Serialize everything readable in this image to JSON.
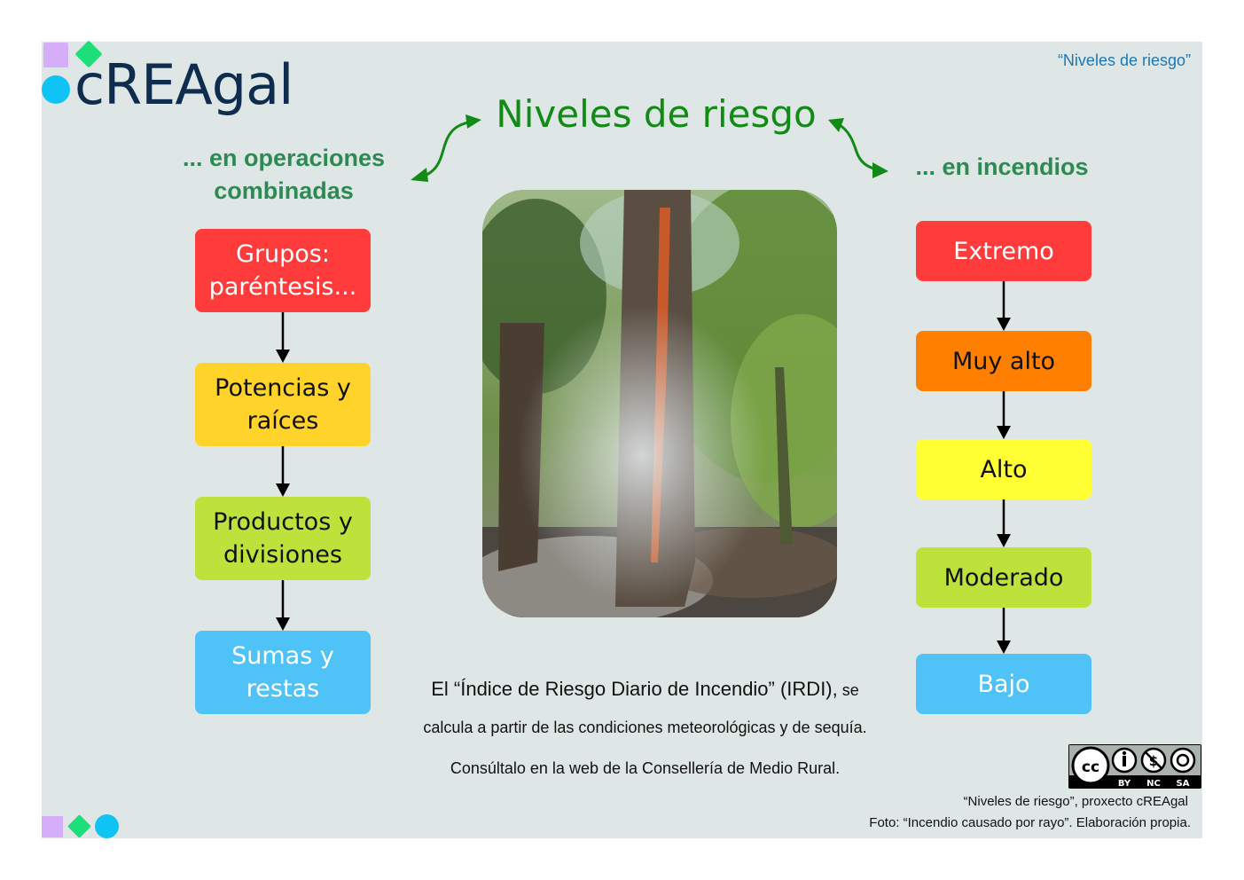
{
  "logo": {
    "text": "cREAgal"
  },
  "header": {
    "tag": "“Niveles de riesgo”"
  },
  "title": "Niveles de riesgo",
  "left_column": {
    "heading": "... en operaciones combinadas",
    "heading_lines": [
      "... en operaciones",
      "combinadas"
    ],
    "items": [
      {
        "lines": [
          "Grupos:",
          "paréntesis..."
        ],
        "bg": "#ff3b3b",
        "color": "#ffffff"
      },
      {
        "lines": [
          "Potencias y",
          "raíces"
        ],
        "bg": "#ffd329",
        "color": "#111111"
      },
      {
        "lines": [
          "Productos y",
          "divisiones"
        ],
        "bg": "#bde23c",
        "color": "#111111"
      },
      {
        "lines": [
          "Sumas y",
          "restas"
        ],
        "bg": "#4fc2f7",
        "color": "#ffffff"
      }
    ]
  },
  "right_column": {
    "heading": "... en incendios",
    "items": [
      {
        "label": "Extremo",
        "bg": "#ff3b3b",
        "color": "#ffffff"
      },
      {
        "label": "Muy alto",
        "bg": "#ff7f00",
        "color": "#111111"
      },
      {
        "label": "Alto",
        "bg": "#ffff33",
        "color": "#111111"
      },
      {
        "label": "Moderado",
        "bg": "#bde23c",
        "color": "#111111"
      },
      {
        "label": "Bajo",
        "bg": "#4fc2f7",
        "color": "#ffffff"
      }
    ]
  },
  "photo": {
    "alt": "Incendio causado por rayo"
  },
  "description": {
    "line1_main": "El “Índice de Riesgo Diario de Incendio” (IRDI),",
    "line1_small": " se",
    "line2": "calcula a partir de las condiciones meteorológicas y de sequía.",
    "line3": "Consúltalo en la web de la Consellería de Medio Rural."
  },
  "license": {
    "labels": [
      "BY",
      "NC",
      "SA"
    ]
  },
  "credits": {
    "line1": "“Niveles de riesgo”, proxecto cREAgal",
    "line2": "Foto: “Incendio causado por rayo”. Elaboración propia."
  },
  "colors": {
    "background": "#dfe6e6",
    "title_green": "#118a16",
    "subtitle_green": "#2d8a52",
    "logo_navy": "#0e2d4e",
    "tag_blue": "#1a78b6"
  }
}
